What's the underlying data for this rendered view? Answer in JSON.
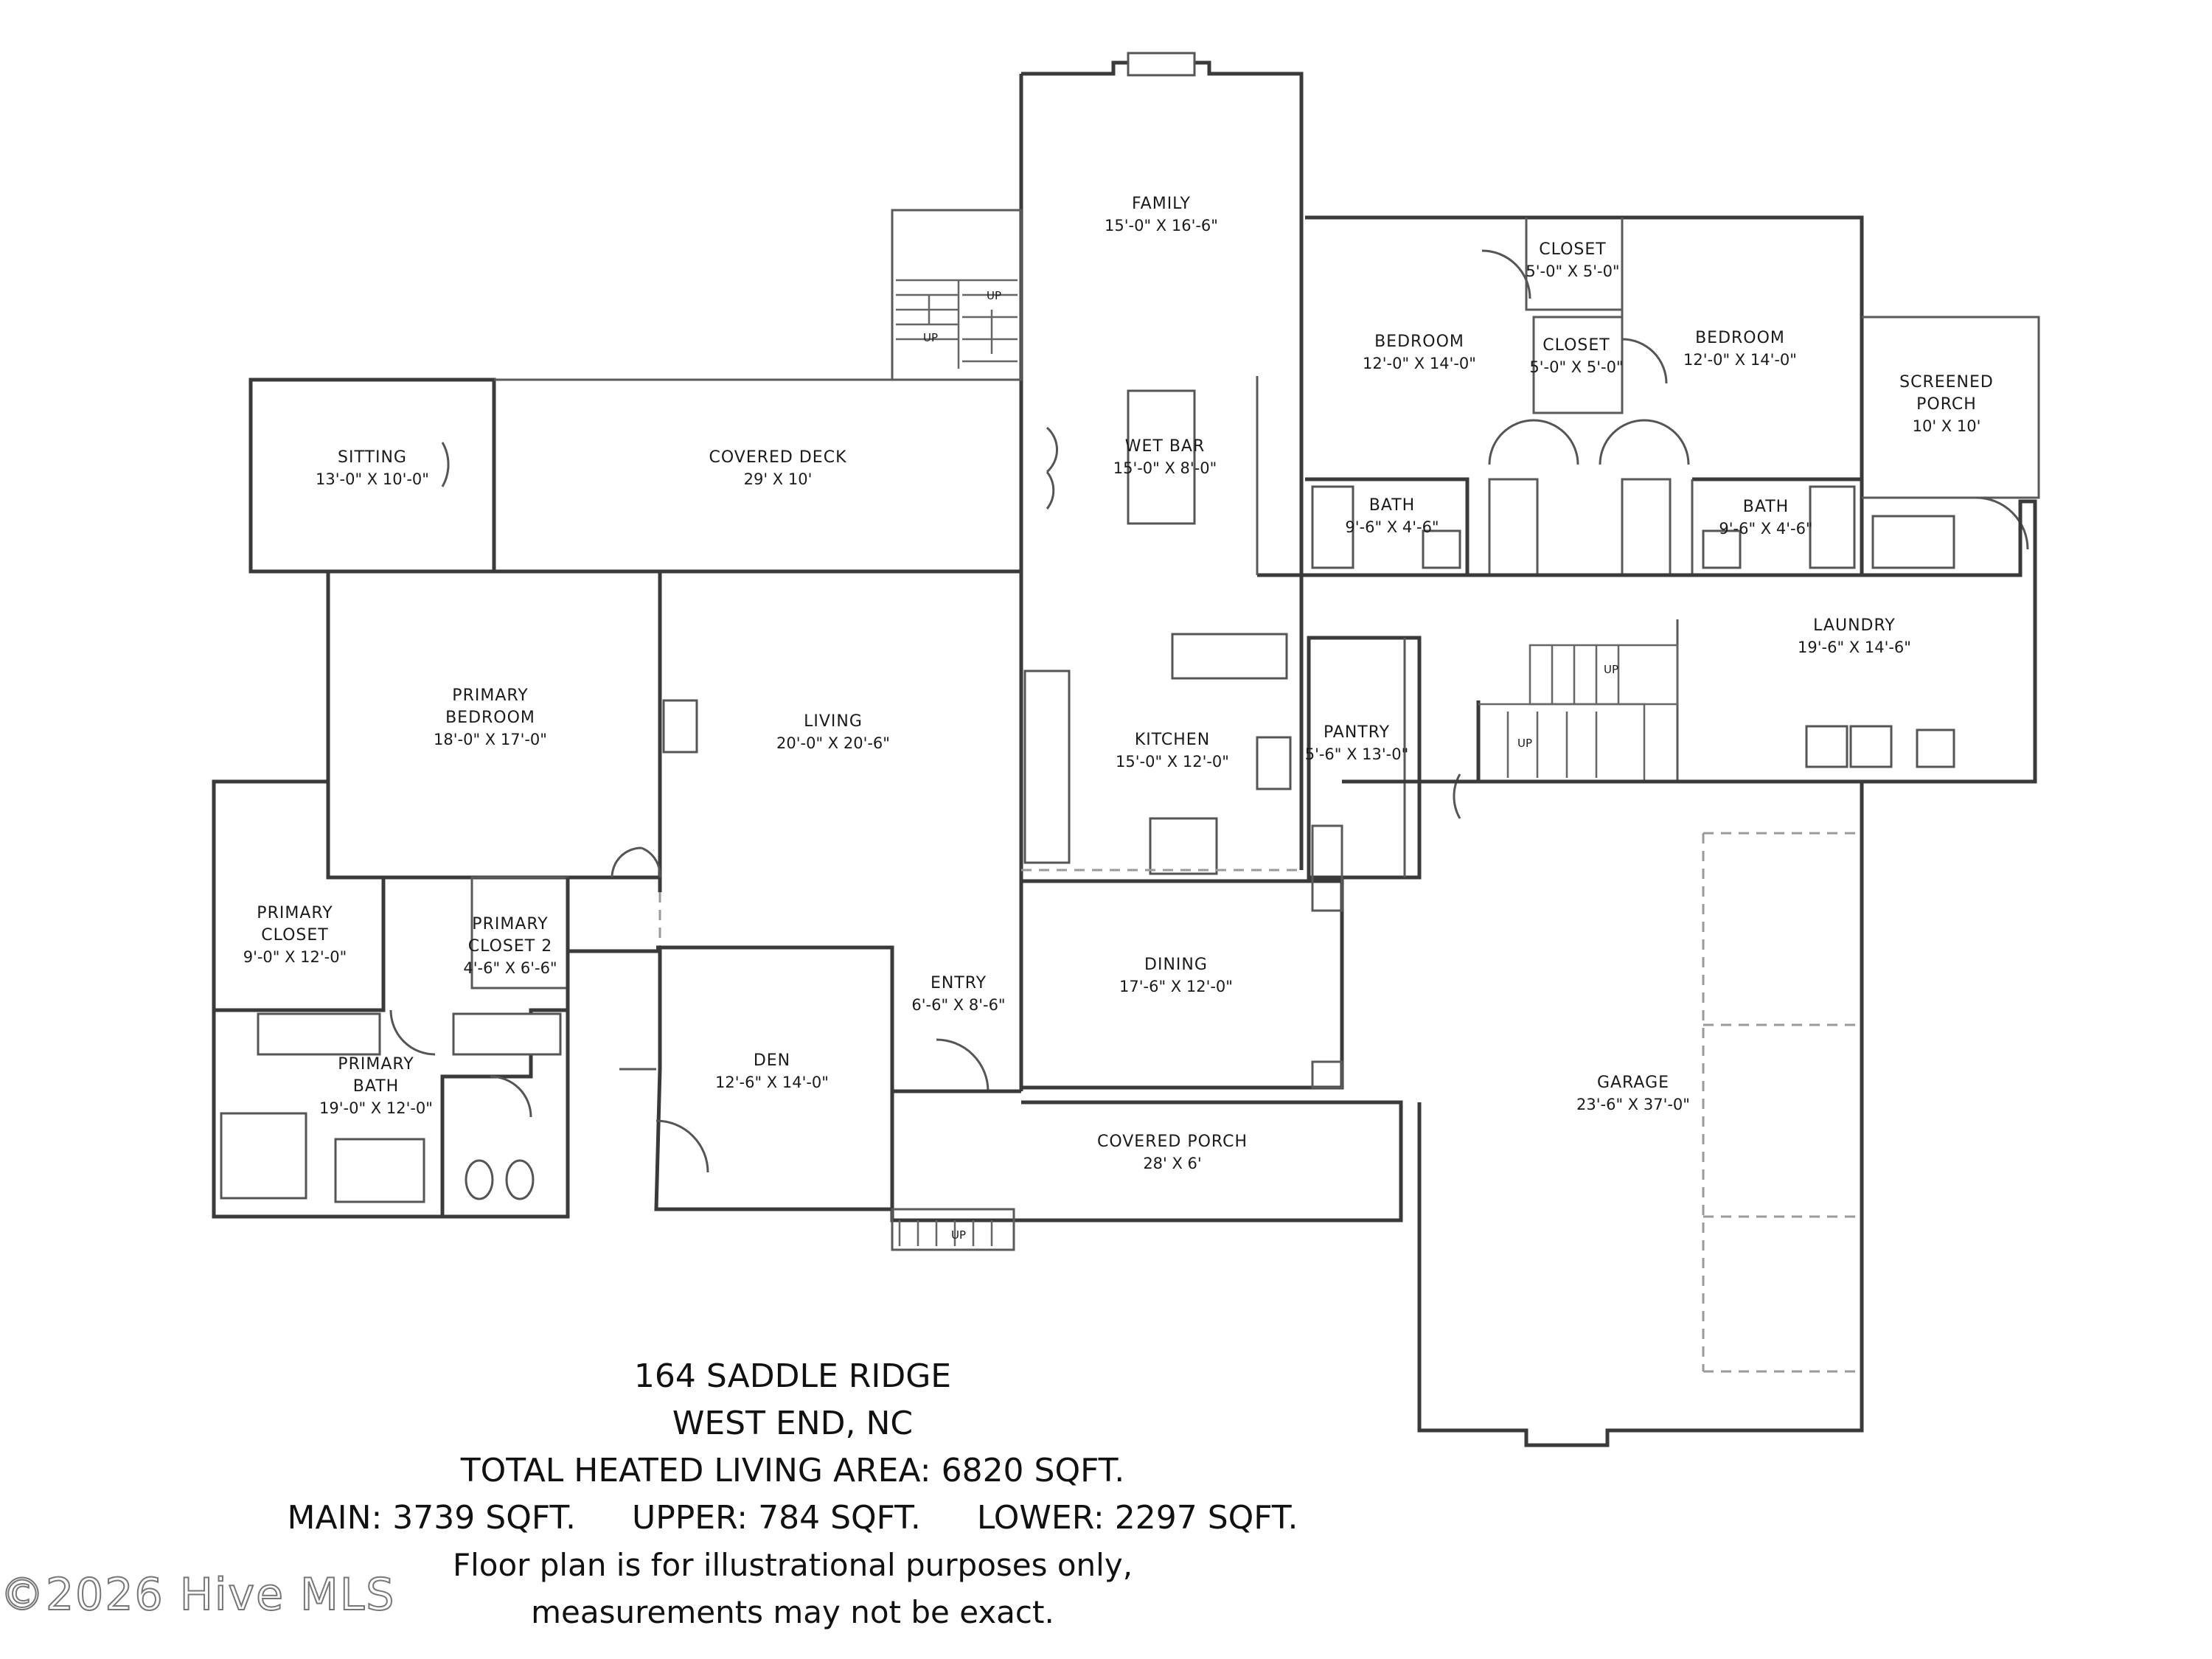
{
  "rooms": {
    "family": {
      "label": "FAMILY",
      "dims": "15'-0\" X 16'-6\""
    },
    "wet_bar": {
      "label": "WET BAR",
      "dims": "15'-0\" X 8'-0\""
    },
    "kitchen": {
      "label": "KITCHEN",
      "dims": "15'-0\" X 12'-0\""
    },
    "living": {
      "label": "LIVING",
      "dims": "20'-0\" X 20'-6\""
    },
    "primary_bedroom": {
      "label1": "PRIMARY",
      "label2": "BEDROOM",
      "dims": "18'-0\" X 17'-0\""
    },
    "sitting": {
      "label": "SITTING",
      "dims": "13'-0\" X 10'-0\""
    },
    "covered_deck": {
      "label": "COVERED DECK",
      "dims": "29' X 10'"
    },
    "primary_closet": {
      "label1": "PRIMARY",
      "label2": "CLOSET",
      "dims": "9'-0\" X 12'-0\""
    },
    "primary_closet_2": {
      "label1": "PRIMARY",
      "label2": "CLOSET 2",
      "dims": "4'-6\" X 6'-6\""
    },
    "primary_bath": {
      "label1": "PRIMARY",
      "label2": "BATH",
      "dims": "19'-0\" X 12'-0\""
    },
    "den": {
      "label": "DEN",
      "dims": "12'-6\" X 14'-0\""
    },
    "entry": {
      "label": "ENTRY",
      "dims": "6'-6\" X 8'-6\""
    },
    "dining": {
      "label": "DINING",
      "dims": "17'-6\" X 12'-0\""
    },
    "covered_porch": {
      "label": "COVERED PORCH",
      "dims": "28' X 6'"
    },
    "pantry": {
      "label": "PANTRY",
      "dims": "5'-6\" X 13'-0\""
    },
    "bedroom_left": {
      "label": "BEDROOM",
      "dims": "12'-0\" X 14'-0\""
    },
    "closet_top": {
      "label": "CLOSET",
      "dims": "5'-0\" X 5'-0\""
    },
    "closet_mid": {
      "label": "CLOSET",
      "dims": "5'-0\" X 5'-0\""
    },
    "bedroom_right": {
      "label": "BEDROOM",
      "dims": "12'-0\" X 14'-0\""
    },
    "bath_left": {
      "label": "BATH",
      "dims": "9'-6\" X 4'-6\""
    },
    "bath_right": {
      "label": "BATH",
      "dims": "9'-6\" X 4'-6\""
    },
    "screened_porch": {
      "label1": "SCREENED",
      "label2": "PORCH",
      "dims": "10' X 10'"
    },
    "laundry": {
      "label": "LAUNDRY",
      "dims": "19'-6\" X 14'-6\""
    },
    "garage": {
      "label": "GARAGE",
      "dims": "23'-6\" X 37'-0\""
    }
  },
  "stairs": {
    "up": "UP"
  },
  "notes": {
    "address": "164 SADDLE RIDGE",
    "city": "WEST END, NC",
    "total": "TOTAL HEATED LIVING AREA: 6820 SQFT.",
    "main": "MAIN: 3739 SQFT.",
    "upper": "UPPER: 784 SQFT.",
    "lower": "LOWER: 2297 SQFT.",
    "disclaimer1": "Floor plan is for illustrational purposes only,",
    "disclaimer2": "measurements may not be exact."
  },
  "watermark": "©2026 Hive MLS"
}
